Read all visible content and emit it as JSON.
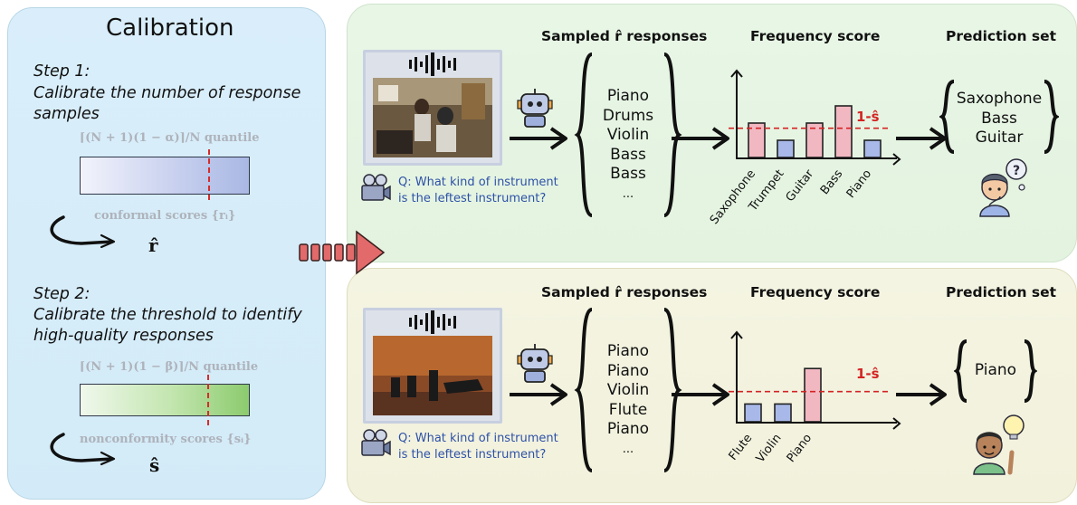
{
  "calibration": {
    "title": "Calibration",
    "step1": {
      "label": "Step 1:",
      "text_l1": "Calibrate the number of response",
      "text_l2": "samples",
      "quantile": "⌈(N + 1)(1 − α)⌉/N quantile",
      "scores": "conformal scores {rᵢ}",
      "symbol": "r̂"
    },
    "step2": {
      "label": "Step 2:",
      "text_l1": "Calibrate the threshold to identify",
      "text_l2": "high-quality responses",
      "quantile": "⌈(N + 1)(1 − β)⌉/N quantile",
      "scores": "nonconformity scores {sᵢ}",
      "symbol": "ŝ"
    },
    "colors": {
      "bar1": "#a9b8e4",
      "bar2": "#8ccb6e",
      "marker": "#d62b2b"
    }
  },
  "examples": [
    {
      "headers": {
        "sampled": "Sampled r̂ responses",
        "freq": "Frequency score",
        "pred": "Prediction set"
      },
      "question_l1": "Q: What kind of instrument",
      "question_l2": "is the leftest instrument?",
      "responses": [
        "Piano",
        "Drums",
        "Violin",
        "Bass",
        "Bass",
        "..."
      ],
      "threshold_label": "1-ŝ",
      "prediction": [
        "Saxophone",
        "Bass",
        "Guitar"
      ],
      "chart_data": {
        "type": "bar",
        "categories": [
          "Saxophone",
          "Trumpet",
          "Guitar",
          "Bass",
          "Piano"
        ],
        "values": [
          0.4,
          0.2,
          0.4,
          0.6,
          0.2
        ],
        "threshold": 0.34,
        "ylim": [
          0,
          1
        ],
        "above_color": "#f2b8c2",
        "below_color": "#a8b8e8"
      }
    },
    {
      "headers": {
        "sampled": "Sampled r̂ responses",
        "freq": "Frequency score",
        "pred": "Prediction set"
      },
      "question_l1": "Q: What kind of instrument",
      "question_l2": "is the leftest instrument?",
      "responses": [
        "Piano",
        "Piano",
        "Violin",
        "Flute",
        "Piano",
        "..."
      ],
      "threshold_label": "1-ŝ",
      "prediction": [
        "Piano"
      ],
      "chart_data": {
        "type": "bar",
        "categories": [
          "Flute",
          "Violin",
          "Piano"
        ],
        "values": [
          0.2,
          0.2,
          0.6
        ],
        "threshold": 0.34,
        "ylim": [
          0,
          1
        ],
        "above_color": "#f2b8c2",
        "below_color": "#a8b8e8"
      }
    }
  ]
}
